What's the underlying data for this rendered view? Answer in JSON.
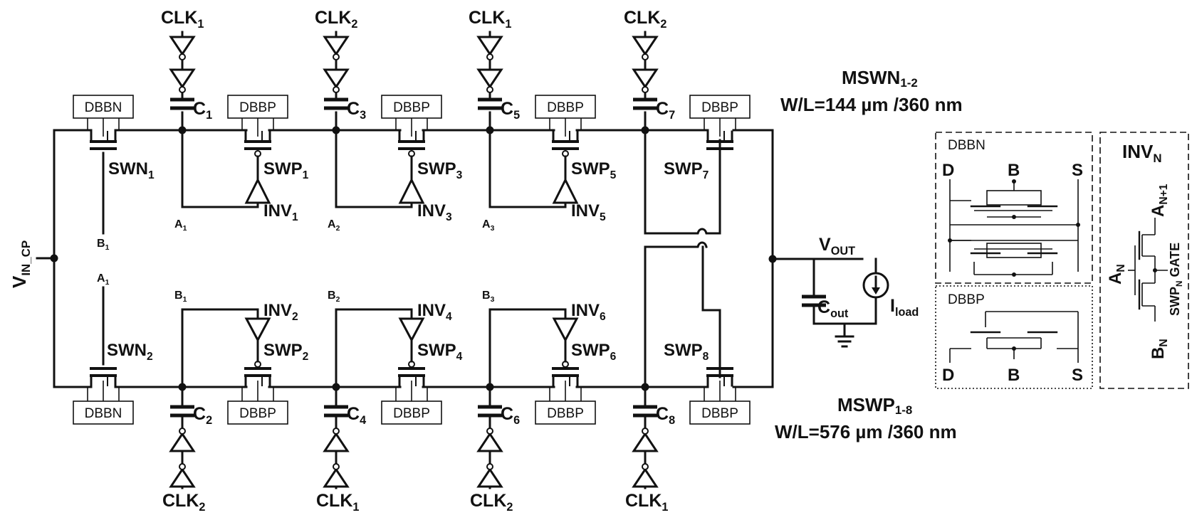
{
  "clk_top": [
    {
      "main": "CLK",
      "sub": "1"
    },
    {
      "main": "CLK",
      "sub": "2"
    },
    {
      "main": "CLK",
      "sub": "1"
    },
    {
      "main": "CLK",
      "sub": "2"
    }
  ],
  "clk_bottom": [
    {
      "main": "CLK",
      "sub": "2"
    },
    {
      "main": "CLK",
      "sub": "1"
    },
    {
      "main": "CLK",
      "sub": "2"
    },
    {
      "main": "CLK",
      "sub": "1"
    }
  ],
  "caps_top": [
    {
      "main": "C",
      "sub": "1"
    },
    {
      "main": "C",
      "sub": "3"
    },
    {
      "main": "C",
      "sub": "5"
    },
    {
      "main": "C",
      "sub": "7"
    }
  ],
  "caps_bottom": [
    {
      "main": "C",
      "sub": "2"
    },
    {
      "main": "C",
      "sub": "4"
    },
    {
      "main": "C",
      "sub": "6"
    },
    {
      "main": "C",
      "sub": "8"
    }
  ],
  "boxes_top": [
    "DBBN",
    "DBBP",
    "DBBP",
    "DBBP",
    "DBBP"
  ],
  "boxes_bottom": [
    "DBBN",
    "DBBP",
    "DBBP",
    "DBBP",
    "DBBP"
  ],
  "switches_top": [
    {
      "main": "SWN",
      "sub": "1"
    },
    {
      "main": "SWP",
      "sub": "1"
    },
    {
      "main": "SWP",
      "sub": "3"
    },
    {
      "main": "SWP",
      "sub": "5"
    },
    {
      "main": "SWP",
      "sub": "7"
    }
  ],
  "switches_bottom": [
    {
      "main": "SWN",
      "sub": "2"
    },
    {
      "main": "SWP",
      "sub": "2"
    },
    {
      "main": "SWP",
      "sub": "4"
    },
    {
      "main": "SWP",
      "sub": "6"
    },
    {
      "main": "SWP",
      "sub": "8"
    }
  ],
  "inv_top": [
    {
      "main": "INV",
      "sub": "1"
    },
    {
      "main": "INV",
      "sub": "3"
    },
    {
      "main": "INV",
      "sub": "5"
    }
  ],
  "inv_bottom": [
    {
      "main": "INV",
      "sub": "2"
    },
    {
      "main": "INV",
      "sub": "4"
    },
    {
      "main": "INV",
      "sub": "6"
    }
  ],
  "nodes_top": [
    {
      "main": "B",
      "sub": "1"
    },
    {
      "main": "A",
      "sub": "1"
    },
    {
      "main": "A",
      "sub": "2"
    },
    {
      "main": "A",
      "sub": "3"
    }
  ],
  "nodes_bottom": [
    {
      "main": "A",
      "sub": "1"
    },
    {
      "main": "B",
      "sub": "1"
    },
    {
      "main": "B",
      "sub": "2"
    },
    {
      "main": "B",
      "sub": "3"
    }
  ],
  "vin": {
    "main": "V",
    "sub": "IN_CP"
  },
  "vout": {
    "main": "V",
    "sub": "OUT"
  },
  "cout": {
    "main": "C",
    "sub": "out"
  },
  "iload": {
    "main": "I",
    "sub": "load"
  },
  "mswn": {
    "main": "MSWN",
    "sub": "1-2",
    "size": "W/L=144 µm /360 nm"
  },
  "mswp": {
    "main": "MSWP",
    "sub": "1-8",
    "size": "W/L=576 µm /360 nm"
  },
  "dbbn_detail": {
    "title": "DBBN",
    "d": "D",
    "b": "B",
    "s": "S"
  },
  "dbbp_detail": {
    "title": "DBBP",
    "d": "D",
    "b": "B",
    "s": "S"
  },
  "invn_detail": {
    "title": {
      "main": "INV",
      "sub": "N"
    },
    "an1": {
      "main": "A",
      "sub": "N+1"
    },
    "an": {
      "main": "A",
      "sub": "N"
    },
    "bn": {
      "main": "B",
      "sub": "N"
    },
    "gate": {
      "pre": "SWP",
      "sub": "N",
      "post": " GATE"
    }
  }
}
